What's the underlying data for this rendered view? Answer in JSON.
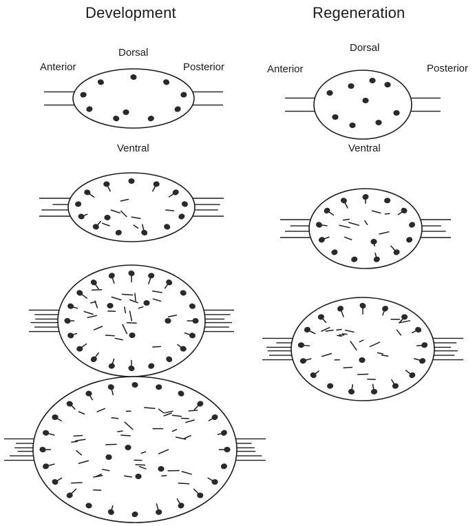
{
  "columns": {
    "development": "Development",
    "regeneration": "Regeneration"
  },
  "orientation": {
    "dev": {
      "dorsal": "Dorsal",
      "ventral": "Ventral",
      "anterior": "Anterior",
      "posterior": "Posterior"
    },
    "regen": {
      "dorsal": "Dorsal",
      "ventral": "Ventral",
      "anterior": "Anterior",
      "posterior": "Posterior"
    }
  },
  "panels": [
    {
      "column": "development",
      "stage": 1,
      "style": "round-cells, no neurites"
    },
    {
      "column": "development",
      "stage": 2,
      "style": "sparse neurites"
    },
    {
      "column": "development",
      "stage": 3,
      "style": "moderate neurites"
    },
    {
      "column": "development",
      "stage": 4,
      "style": "dense neurites"
    },
    {
      "column": "regeneration",
      "stage": 1,
      "style": "scattered round cells"
    },
    {
      "column": "regeneration",
      "stage": 2,
      "style": "sparse neurites"
    },
    {
      "column": "regeneration",
      "stage": 3,
      "style": "moderate neurites"
    }
  ],
  "colors": {
    "ink": "#1a1a1a",
    "cell": "#2a2a2a",
    "background": "#ffffff"
  }
}
